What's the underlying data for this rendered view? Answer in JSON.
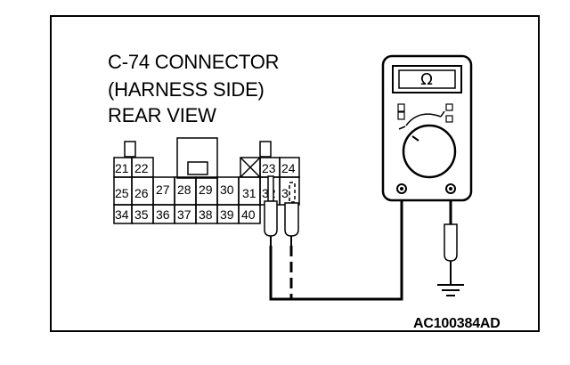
{
  "connector": {
    "title_line1": "C-74 CONNECTOR",
    "title_line2": "(HARNESS SIDE)",
    "title_line3": "REAR VIEW",
    "pins_row1": [
      "21",
      "22",
      "23",
      "24"
    ],
    "pins_row2": [
      "25",
      "26",
      "27",
      "28",
      "29",
      "30",
      "31",
      "32",
      "33"
    ],
    "pins_row3": [
      "34",
      "35",
      "36",
      "37",
      "38",
      "39",
      "40"
    ]
  },
  "meter": {
    "unit_symbol": "Ω"
  },
  "figure_code": "AC100384AD"
}
